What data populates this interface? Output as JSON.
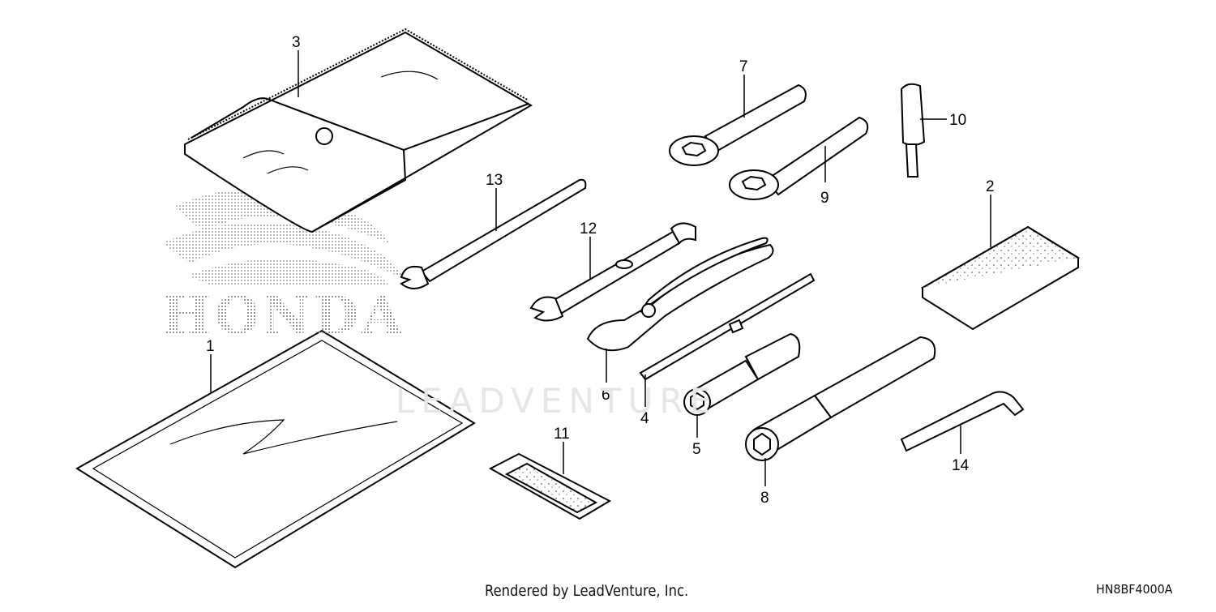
{
  "diagram": {
    "logo_text": "HONDA",
    "watermark_text": "LEADVENTURE",
    "footer_credit": "Rendered by LeadVenture, Inc.",
    "drawing_code": "HN8BF4000A",
    "callouts": [
      {
        "id": "1",
        "part": "tool-pouch-large"
      },
      {
        "id": "2",
        "part": "sponge-pad"
      },
      {
        "id": "3",
        "part": "tool-bag"
      },
      {
        "id": "4",
        "part": "screwdriver"
      },
      {
        "id": "5",
        "part": "socket-wrench"
      },
      {
        "id": "6",
        "part": "pliers"
      },
      {
        "id": "7",
        "part": "ring-wrench"
      },
      {
        "id": "8",
        "part": "spark-plug-wrench"
      },
      {
        "id": "9",
        "part": "ring-wrench"
      },
      {
        "id": "10",
        "part": "screwdriver-grip"
      },
      {
        "id": "11",
        "part": "rubber-band-strap"
      },
      {
        "id": "12",
        "part": "open-end-wrench"
      },
      {
        "id": "13",
        "part": "open-end-wrench-long"
      },
      {
        "id": "14",
        "part": "hex-key"
      }
    ]
  }
}
